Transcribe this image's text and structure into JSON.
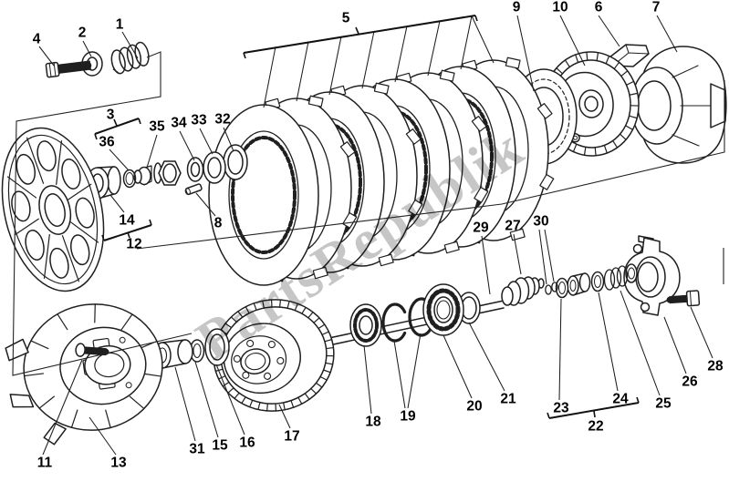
{
  "watermark": {
    "text": "PartsRepublik",
    "color": "#c6c6c6"
  },
  "diagram": {
    "callouts": [
      {
        "id": "1",
        "label": "1"
      },
      {
        "id": "2",
        "label": "2"
      },
      {
        "id": "3",
        "label": "3"
      },
      {
        "id": "4",
        "label": "4"
      },
      {
        "id": "5",
        "label": "5"
      },
      {
        "id": "6",
        "label": "6"
      },
      {
        "id": "7",
        "label": "7"
      },
      {
        "id": "8",
        "label": "8"
      },
      {
        "id": "9",
        "label": "9"
      },
      {
        "id": "10",
        "label": "10"
      },
      {
        "id": "11",
        "label": "11"
      },
      {
        "id": "12",
        "label": "12"
      },
      {
        "id": "13",
        "label": "13"
      },
      {
        "id": "14",
        "label": "14"
      },
      {
        "id": "15",
        "label": "15"
      },
      {
        "id": "16",
        "label": "16"
      },
      {
        "id": "17",
        "label": "17"
      },
      {
        "id": "18",
        "label": "18"
      },
      {
        "id": "19",
        "label": "19"
      },
      {
        "id": "20",
        "label": "20"
      },
      {
        "id": "21",
        "label": "21"
      },
      {
        "id": "22",
        "label": "22"
      },
      {
        "id": "23",
        "label": "23"
      },
      {
        "id": "24",
        "label": "24"
      },
      {
        "id": "25",
        "label": "25"
      },
      {
        "id": "26",
        "label": "26"
      },
      {
        "id": "27",
        "label": "27"
      },
      {
        "id": "28",
        "label": "28"
      },
      {
        "id": "29",
        "label": "29"
      },
      {
        "id": "30",
        "label": "30"
      },
      {
        "id": "31",
        "label": "31"
      },
      {
        "id": "32",
        "label": "32"
      },
      {
        "id": "33",
        "label": "33"
      },
      {
        "id": "34",
        "label": "34"
      },
      {
        "id": "35",
        "label": "35"
      },
      {
        "id": "36",
        "label": "36"
      }
    ]
  },
  "colors": {
    "background": "#ffffff",
    "line": "#1f1f1f",
    "label": "#000000",
    "watermark": "#c6c6c6"
  }
}
